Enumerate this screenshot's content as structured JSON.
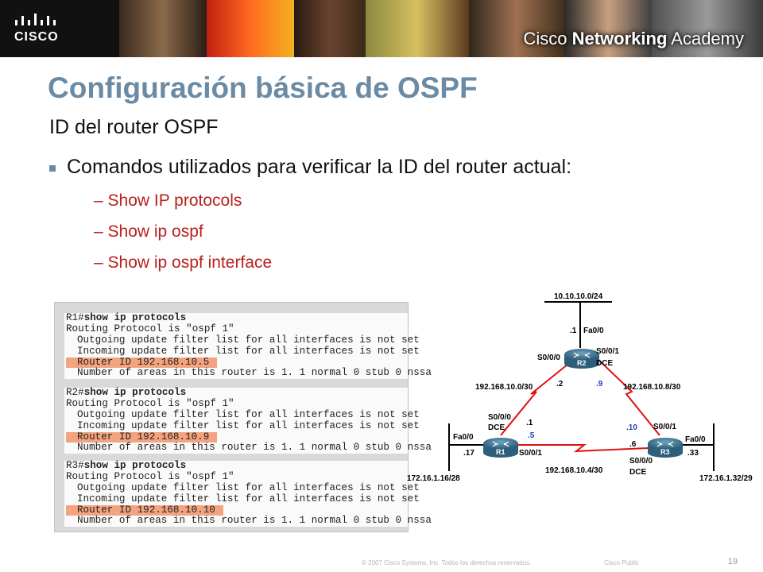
{
  "header": {
    "brand": "CISCO",
    "academy_name_light": "Cisco ",
    "academy_name_bold": "Networking",
    "academy_name_tail": " Academy"
  },
  "slide": {
    "title": "Configuración básica de OSPF",
    "subtitle": "ID del router OSPF",
    "bullet": "Comandos utilizados para verificar la ID del router actual:",
    "sub_items": [
      "– Show IP protocols",
      "– Show ip ospf",
      "– Show ip ospf interface"
    ]
  },
  "terminal": {
    "blocks": [
      {
        "prompt": "R1#",
        "command": "show ip protocols",
        "protocol": "Routing Protocol is \"ospf 1\"",
        "outgoing": "Outgoing update filter list for all interfaces is not set",
        "incoming": "Incoming update filter list for all interfaces is not set",
        "router_id": "Router ID 192.168.10.5",
        "areas": "Number of areas in this router is 1. 1 normal 0 stub 0 nssa"
      },
      {
        "prompt": "R2#",
        "command": "show ip protocols",
        "protocol": "Routing Protocol is \"ospf 1\"",
        "outgoing": "Outgoing update filter list for all interfaces is not set",
        "incoming": "Incoming update filter list for all interfaces is not set",
        "router_id": "Router ID 192.168.10.9",
        "areas": "Number of areas in this router is 1. 1 normal 0 stub 0 nssa"
      },
      {
        "prompt": "R3#",
        "command": "show ip protocols",
        "protocol": "Routing Protocol is \"ospf 1\"",
        "outgoing": "Outgoing update filter list for all interfaces is not set",
        "incoming": "Incoming update filter list for all interfaces is not set",
        "router_id": "Router ID 192.168.10.10",
        "areas": "Number of areas in this router is 1. 1 normal 0 stub 0 nssa"
      }
    ]
  },
  "topology": {
    "routers": [
      "R2",
      "R1",
      "R3"
    ],
    "lan_top": "10.10.10.0/24",
    "lan_left": "172.16.1.16/28",
    "lan_right": "172.16.1.32/29",
    "link_r1_r2": "192.168.10.0/30",
    "link_r2_r3": "192.168.10.8/30",
    "link_r1_r3": "192.168.10.4/30",
    "labels": {
      "r2_fa": "Fa0/0",
      "r2_fa_host": ".1",
      "r2_s000": "S0/0/0",
      "r2_s001": "S0/0/1",
      "r2_dce": "DCE",
      "r2_host_left": ".2",
      "r2_host_right": ".9",
      "r1_s000": "S0/0/0",
      "r1_dce": "DCE",
      "r1_host_up": ".1",
      "r1_host_right": ".5",
      "r1_fa": "Fa0/0",
      "r1_fa_host": ".17",
      "r1_s001": "S0/0/1",
      "r3_s001": "S0/0/1",
      "r3_host_up": ".10",
      "r3_host_left": ".6",
      "r3_fa": "Fa0/0",
      "r3_fa_host": ".33",
      "r3_s000": "S0/0/0",
      "r3_dce": "DCE"
    }
  },
  "footer": {
    "copyright": "© 2007 Cisco Systems, Inc. Todos los derechos reservados.",
    "classification": "Cisco Public",
    "page_number": "19"
  },
  "colors": {
    "title": "#6b8aa3",
    "sub_items": "#b8211c",
    "highlight": "#f4a37f",
    "link": "#e01010",
    "host_blue": "#1f3fb8"
  }
}
